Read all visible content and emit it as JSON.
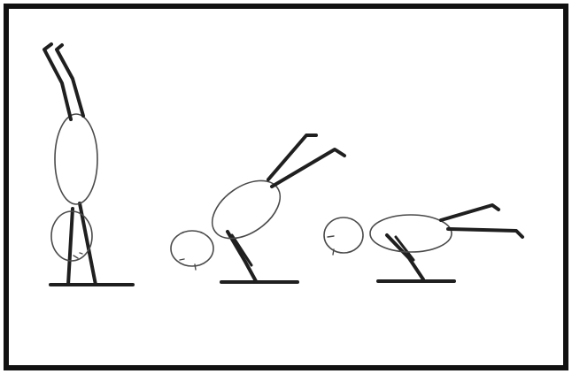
{
  "colors": {
    "ink": "#1f1f1f",
    "outline": "#4a4a4a",
    "frame": "#111111",
    "background": "#ffffff"
  },
  "figures": [
    {
      "name": "handstand",
      "label": ""
    },
    {
      "name": "forward-lean-legs-raised",
      "label": ""
    },
    {
      "name": "horizontal-plank",
      "label": ""
    }
  ]
}
